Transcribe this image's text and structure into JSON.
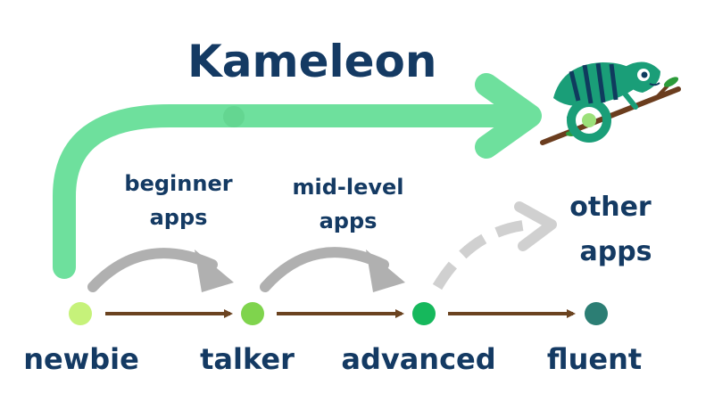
{
  "title": "Kameleon",
  "stages": [
    {
      "id": "newbie",
      "label": "newbie",
      "color": "#c6f27a"
    },
    {
      "id": "talker",
      "label": "talker",
      "color": "#7fd44d"
    },
    {
      "id": "advanced",
      "label": "advanced",
      "color": "#16b85c"
    },
    {
      "id": "fluent",
      "label": "fluent",
      "color": "#2c7e74"
    }
  ],
  "connectors": [
    {
      "label_line1": "beginner",
      "label_line2": "apps"
    },
    {
      "label_line1": "mid-level",
      "label_line2": "apps"
    },
    {
      "label_line1": "other",
      "label_line2": "apps"
    }
  ],
  "colors": {
    "title": "#143a63",
    "kameleon_arrow": "#6ee09d",
    "stage_arrow": "#6b4320",
    "app_arrow": "#b0b0b0",
    "other_arrow": "#d0d0d0",
    "chameleon_body": "#1a9e78",
    "chameleon_stripe": "#0f3b5e"
  },
  "icons": {
    "mascot": "chameleon-icon"
  }
}
